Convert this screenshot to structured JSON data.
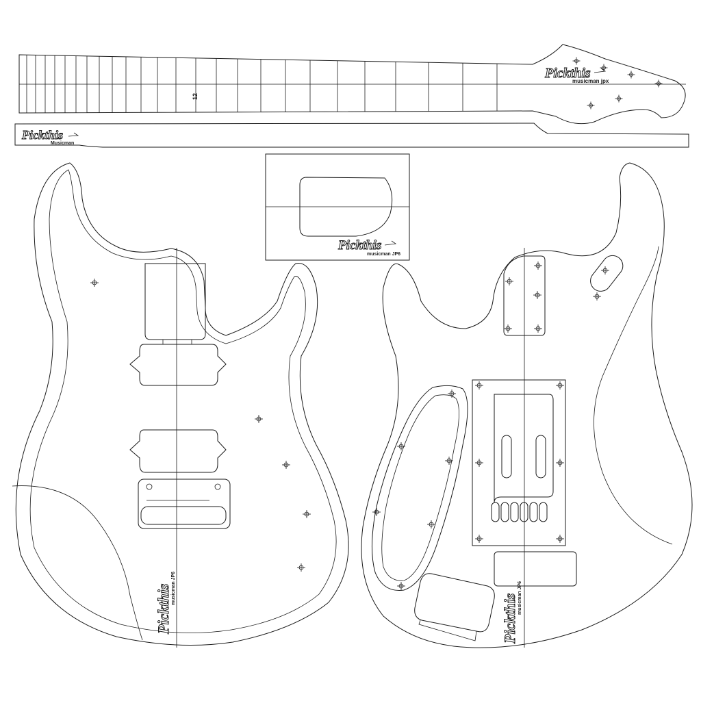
{
  "brand": {
    "name": "Pickthis",
    "neck_sub": "musicman jpx",
    "strip_sub": "Musicman",
    "body_sub": "musicman JP6",
    "pickguard_sub": "musicman JP6"
  },
  "fretboard": {
    "fret_marker": "12",
    "fret_count": 24
  },
  "colors": {
    "line": "#1a1a1a",
    "paper": "#ffffff"
  }
}
